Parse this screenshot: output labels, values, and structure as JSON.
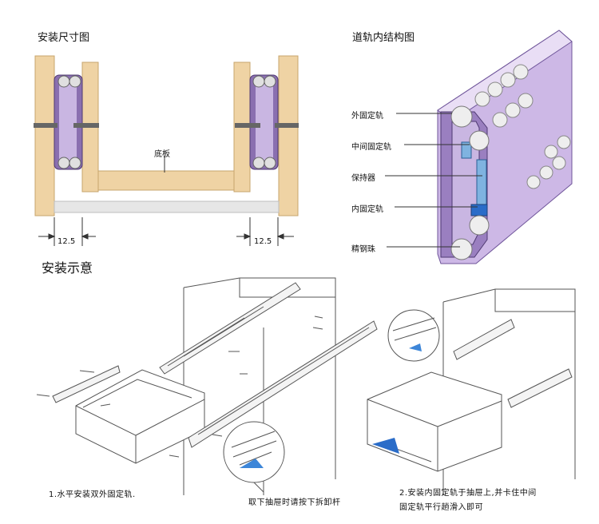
{
  "sections": {
    "dimensions_title": "安装尺寸图",
    "structure_title": "道轨内结构图",
    "install_title": "安装示意"
  },
  "dimensions": {
    "bottom_board": "底板",
    "left_gap": "12.5",
    "right_gap": "12.5"
  },
  "structure_labels": [
    "外固定轨",
    "中间固定轨",
    "保持器",
    "内固定轨",
    "精钢珠"
  ],
  "steps": {
    "step1": "1.水平安装双外固定轨.",
    "release_note": "取下抽屉时请按下拆卸杆",
    "step2_line1": "2.安装内固定轨于抽屉上,并卡住中间",
    "step2_line2": "固定轨平行趟滑入即可"
  },
  "colors": {
    "wood": "#efd3a4",
    "rail_purple": "#8a6fb0",
    "rail_light": "#c9b6e2",
    "leader_line": "#333333"
  }
}
